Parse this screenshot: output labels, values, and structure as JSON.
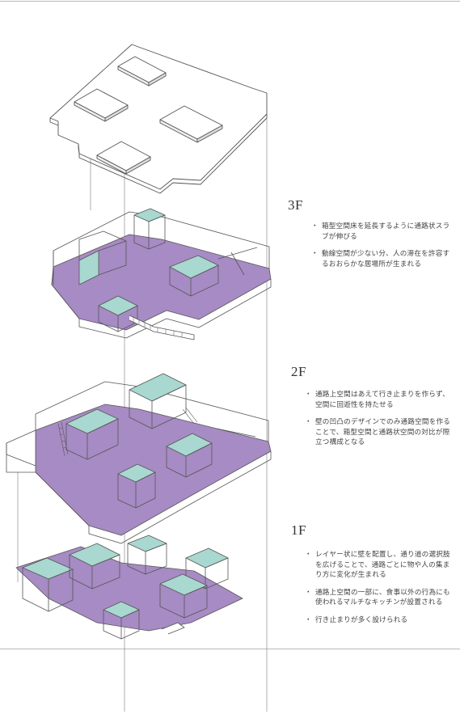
{
  "colors": {
    "circulation_floor": "#a78bc4",
    "box_wall_interior": "#a8d8cf",
    "linework": "#555555",
    "slab_fill": "#ffffff"
  },
  "floors": [
    {
      "label": "3F",
      "notes": [
        "箱型空間床を延長するように通路状スラブが伸びる",
        "動線空間が少ない分、人の滞在を許容するおおらかな居場所が生まれる"
      ]
    },
    {
      "label": "2F",
      "notes": [
        "通路上空間はあえて行き止まりを作らず、空間に回遊性を持たせる",
        "壁の凹凸のデザインでのみ通路空間を作ることで、箱型空間と通路状空間の対比が際立つ構成となる"
      ]
    },
    {
      "label": "1F",
      "notes": [
        "レイヤー状に壁を配置し、通り道の選択肢を広げることで、通路ごとに物や人の集まり方に変化が生まれる",
        "通路上空間の一部に、食事以外の行為にも使われるマルチなキッチンが設置される",
        "行き止まりが多く設けられる"
      ]
    }
  ]
}
